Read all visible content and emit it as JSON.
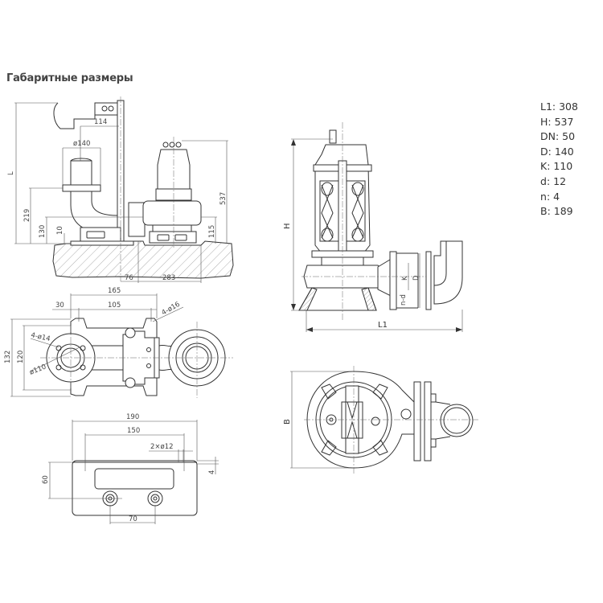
{
  "title": "Габаритные размеры",
  "specs": [
    {
      "label": "L1",
      "value": "308"
    },
    {
      "label": "H",
      "value": "537"
    },
    {
      "label": "DN",
      "value": "50"
    },
    {
      "label": "D",
      "value": "140"
    },
    {
      "label": "K",
      "value": "110"
    },
    {
      "label": "d",
      "value": "12"
    },
    {
      "label": "n",
      "value": "4"
    },
    {
      "label": "B",
      "value": "189"
    }
  ],
  "installation_view": {
    "L": "L",
    "d114": "114",
    "d140": "ø140",
    "d219": "219",
    "d130": "130",
    "d10": "10",
    "d537": "537",
    "d115": "115",
    "d76": "76",
    "d283": "283"
  },
  "top_view": {
    "d165": "165",
    "d30": "30",
    "d105": "105",
    "holes16": "4-ø16",
    "holes14": "4-ø14",
    "d110": "ø110",
    "d132": "132",
    "d120": "120"
  },
  "base_plate": {
    "d190": "190",
    "d150": "150",
    "holes12": "2×ø12",
    "d60": "60",
    "d4": "4",
    "d70": "70"
  },
  "section_view": {
    "H": "H",
    "L1": "L1",
    "K": "K",
    "D": "D",
    "nd": "n-d"
  },
  "bottom_view": {
    "B": "B"
  }
}
